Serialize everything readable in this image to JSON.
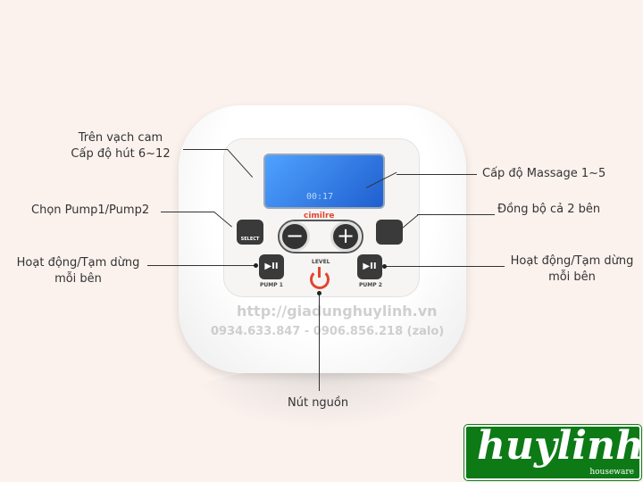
{
  "labels": {
    "suction_line1": "Trên vạch cam",
    "suction_line2": "Cấp độ hút 6~12",
    "massage": "Cấp độ Massage 1~5",
    "select": "Chọn Pump1/Pump2",
    "sync": "Đồng bộ cả 2 bên",
    "left_play_line1": "Hoạt động/Tạm dừng",
    "left_play_line2": "mỗi bên",
    "right_play_line1": "Hoạt động/Tạm dừng",
    "right_play_line2": "mỗi bên",
    "power": "Nút nguồn"
  },
  "device": {
    "brand": "cimilre",
    "level": "LEVEL",
    "pump1": "PUMP 1",
    "pump2": "PUMP 2",
    "select_btn": "SELECT",
    "screen_time": "00:17",
    "minus": "−",
    "plus": "+",
    "play_pause": "▶II",
    "power_color": "#e2452f",
    "screen_color": "#3d8ef5"
  },
  "watermark": {
    "url": "http://giadunghuylinh.vn",
    "phone": "0934.633.847 - 0906.856.218 (zalo)"
  },
  "logo": {
    "name": "huylinh",
    "tagline": "houseware",
    "color": "#0d7a16"
  }
}
